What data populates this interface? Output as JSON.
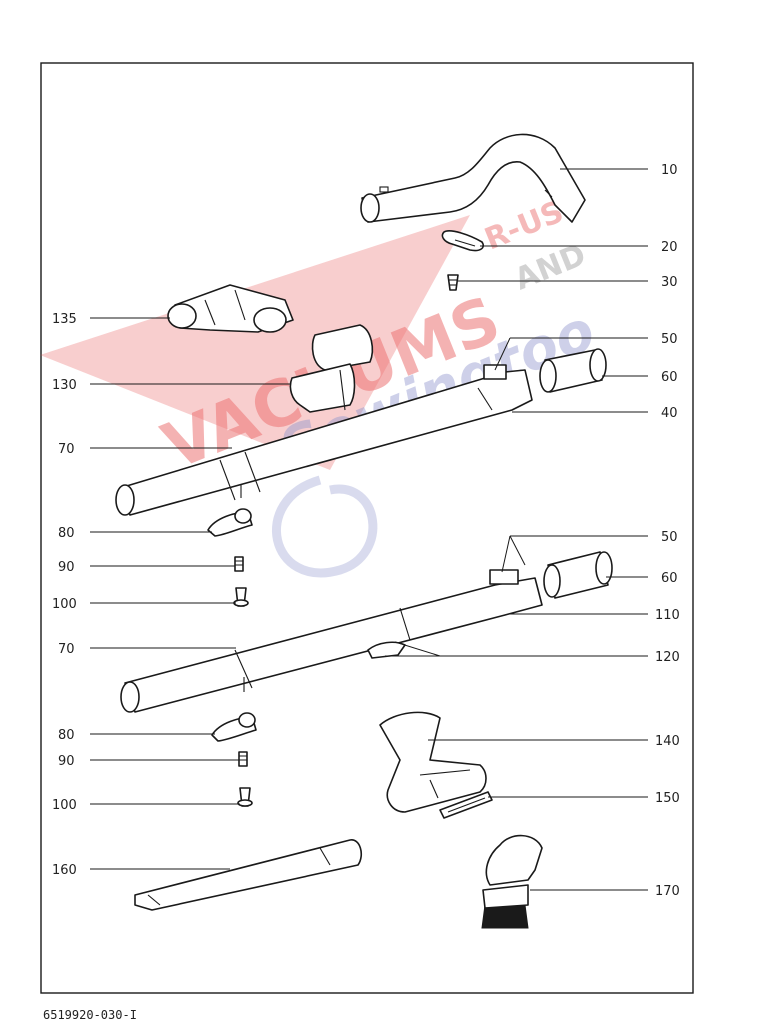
{
  "document_id": "6519920-030-I",
  "watermark": {
    "brand_main": "VACUUMS",
    "brand_sub": "R-US",
    "brand_and": "AND",
    "brand_second": "Sewingtoo",
    "colors": {
      "red": "#e85a5a",
      "grey": "#b9b9b9",
      "blue": "#7f86c6"
    }
  },
  "callouts": [
    {
      "id": "c10",
      "label": "10"
    },
    {
      "id": "c20",
      "label": "20"
    },
    {
      "id": "c30",
      "label": "30"
    },
    {
      "id": "c135",
      "label": "135"
    },
    {
      "id": "c50a",
      "label": "50"
    },
    {
      "id": "c130",
      "label": "130"
    },
    {
      "id": "c60a",
      "label": "60"
    },
    {
      "id": "c40",
      "label": "40"
    },
    {
      "id": "c70a",
      "label": "70"
    },
    {
      "id": "c80a",
      "label": "80"
    },
    {
      "id": "c90a",
      "label": "90"
    },
    {
      "id": "c100a",
      "label": "100"
    },
    {
      "id": "c50b",
      "label": "50"
    },
    {
      "id": "c60b",
      "label": "60"
    },
    {
      "id": "c110",
      "label": "110"
    },
    {
      "id": "c70b",
      "label": "70"
    },
    {
      "id": "c120",
      "label": "120"
    },
    {
      "id": "c140",
      "label": "140"
    },
    {
      "id": "c80b",
      "label": "80"
    },
    {
      "id": "c90b",
      "label": "90"
    },
    {
      "id": "c150",
      "label": "150"
    },
    {
      "id": "c100b",
      "label": "100"
    },
    {
      "id": "c160",
      "label": "160"
    },
    {
      "id": "c170",
      "label": "170"
    }
  ]
}
